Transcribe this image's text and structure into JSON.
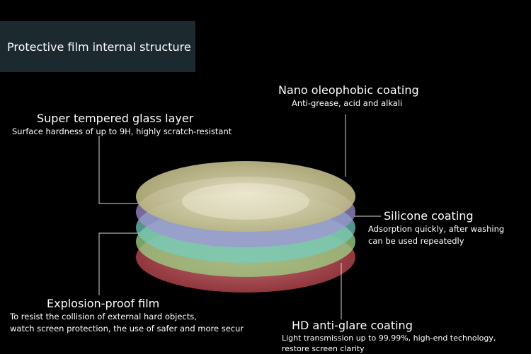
{
  "title": "Protective film internal structure",
  "layers": [
    {
      "id": "super-tempered-glass",
      "heading": "Super tempered glass layer",
      "description": [
        "Surface hardness of up to 9H, highly scratch-resistant"
      ]
    },
    {
      "id": "nano-oleophobic",
      "heading": "Nano oleophobic coating",
      "description": [
        "Anti-grease, acid and alkali"
      ]
    },
    {
      "id": "silicone",
      "heading": "Silicone coating",
      "description": [
        "Adsorption quickly, after washing",
        "can be used repeatedly"
      ]
    },
    {
      "id": "explosion-proof",
      "heading": "Explosion-proof film",
      "description": [
        "To resist the collision of external hard objects,",
        "watch screen protection, the use of safer and more secur"
      ]
    },
    {
      "id": "hd-anti-glare",
      "heading": "HD anti-glare coating",
      "description": [
        "Light transmission up to 99.99%, high-end technology,",
        "restore screen clarity"
      ]
    }
  ],
  "colors": {
    "background": "#000000",
    "title_box": "#1c2a30",
    "leader_line": "#d9d9d9",
    "disc_top": "#c9c48a",
    "disc_purple": "#a99ad8",
    "disc_cyan": "#7fd1c4",
    "disc_green": "#a7d490",
    "disc_red": "#b24a4e"
  }
}
